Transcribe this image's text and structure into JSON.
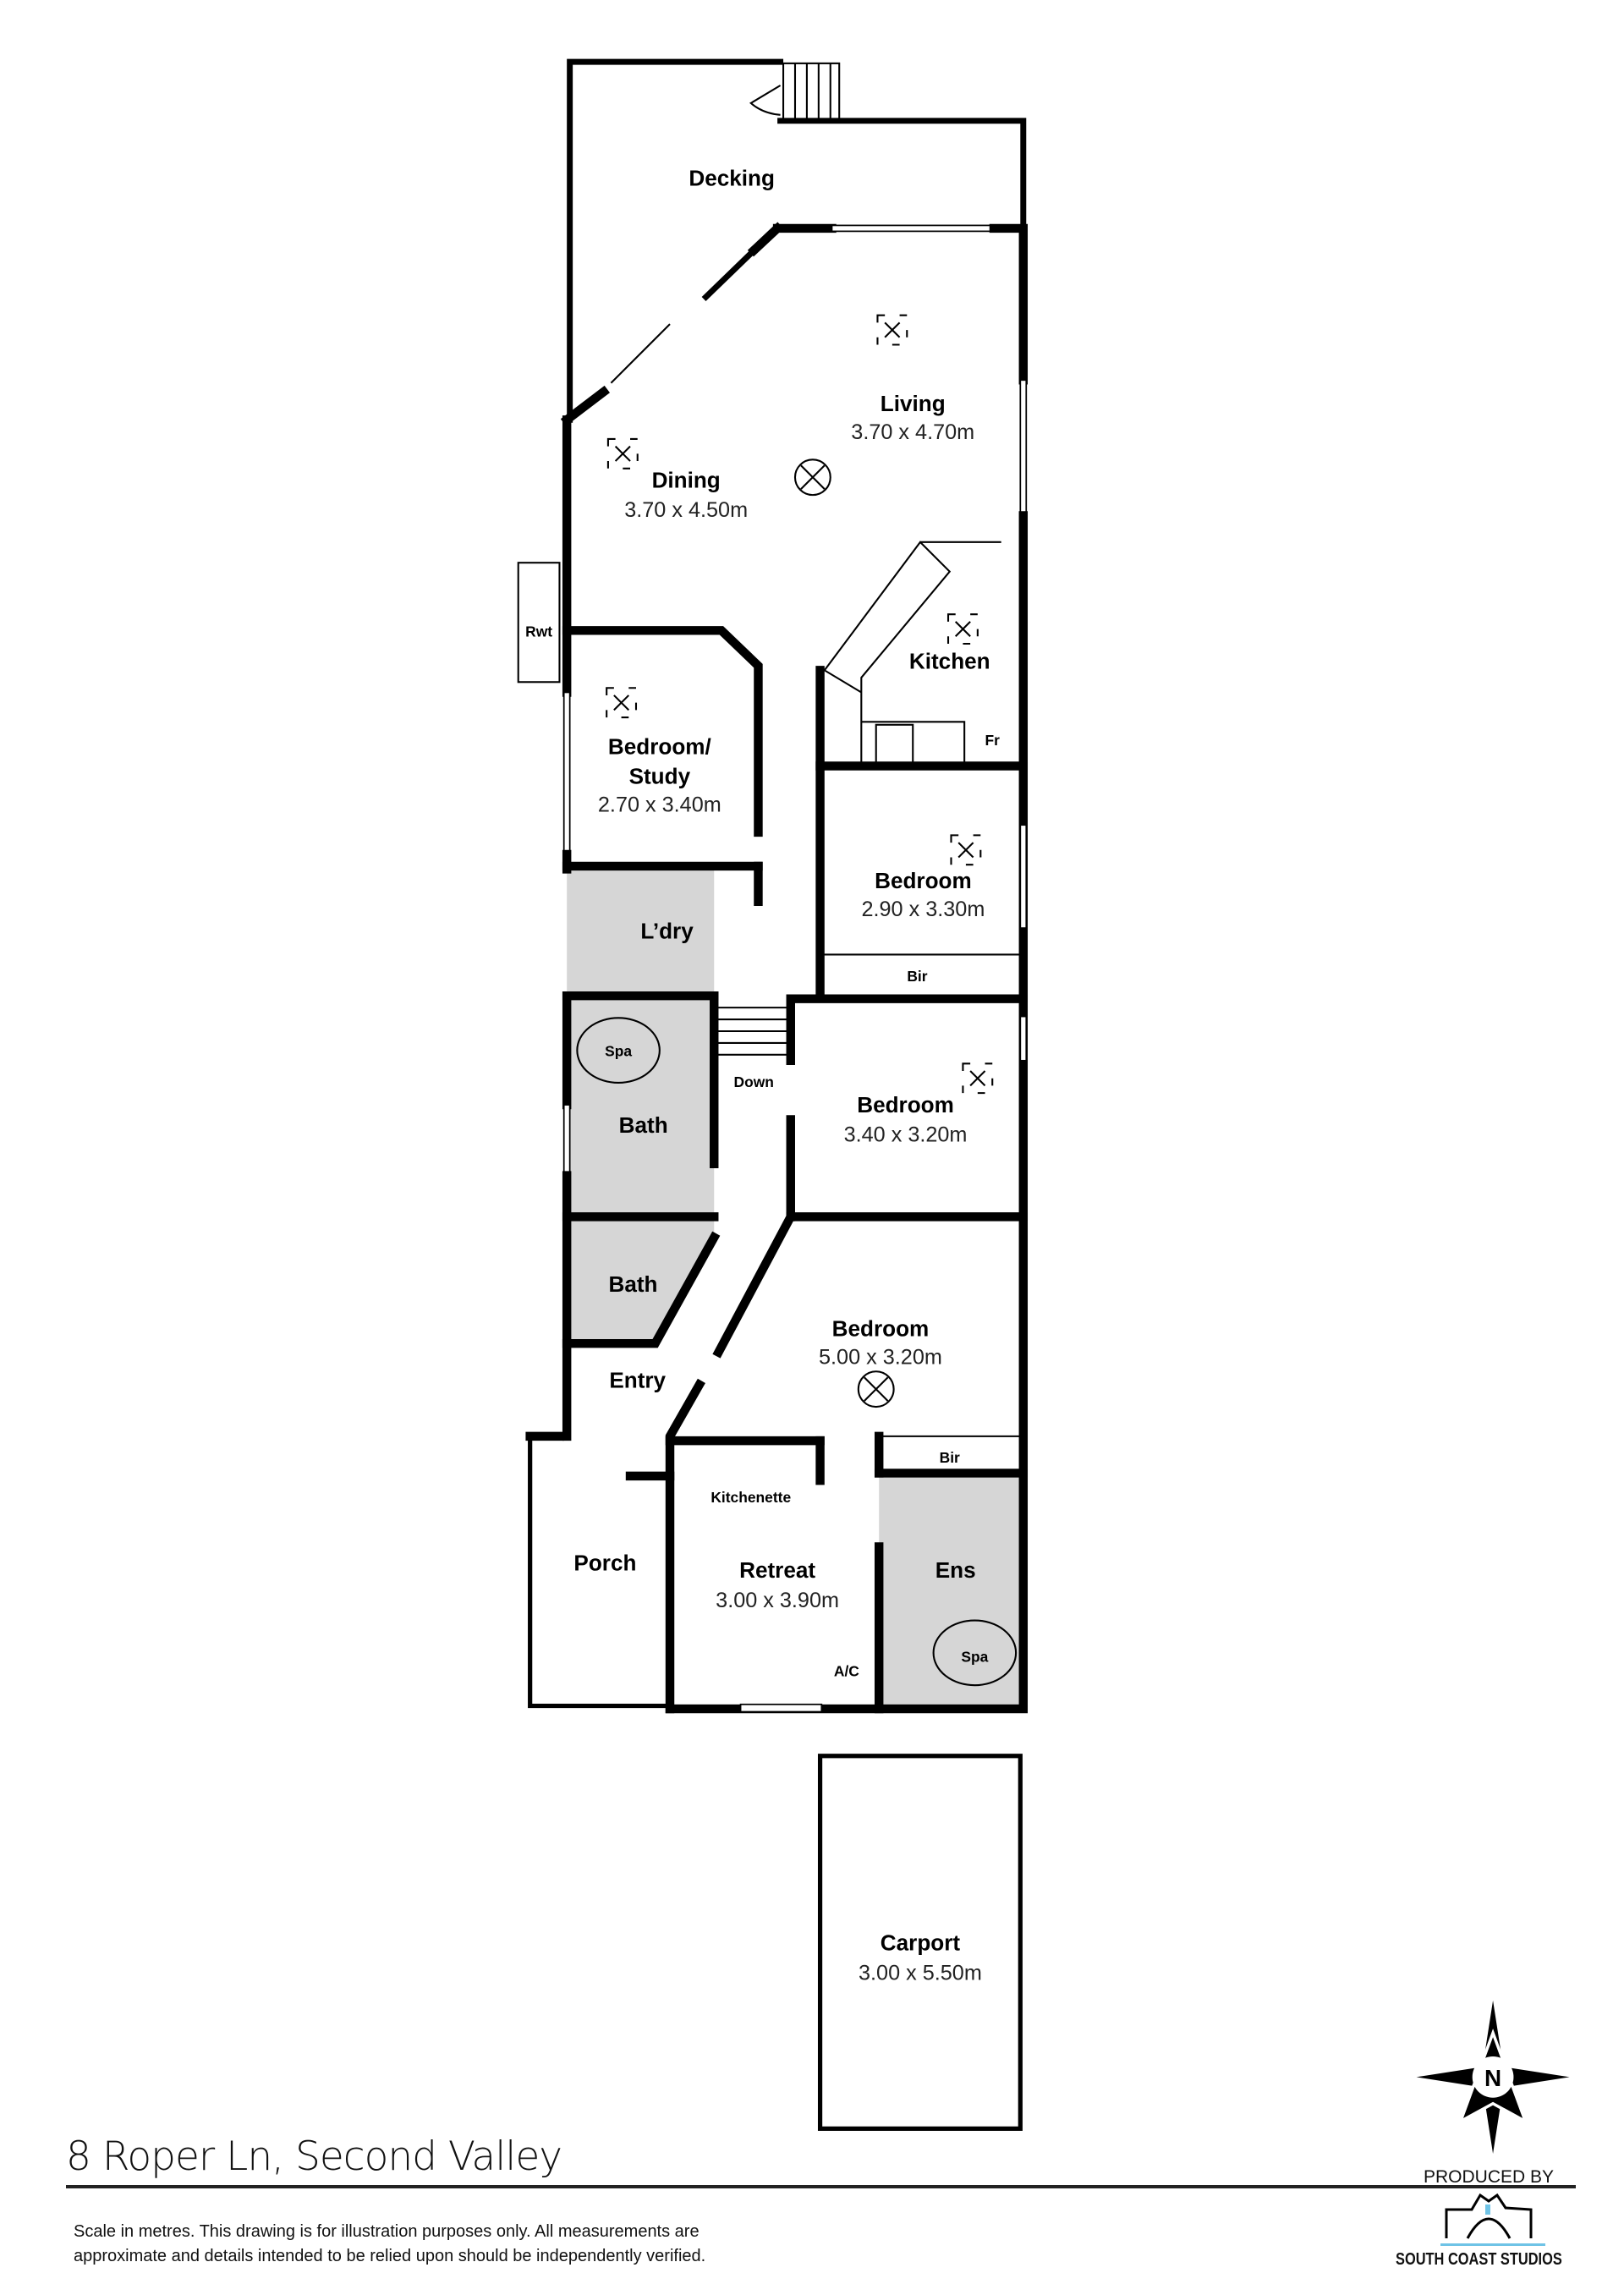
{
  "address": "8 Roper Ln, Second Valley",
  "disclaimer": [
    "Scale in metres. This drawing is for illustration purposes only. All measurements are",
    "approximate and details intended to be relied upon should be independently verified."
  ],
  "produced_by": "PRODUCED BY",
  "brand": "SOUTH COAST STUDIOS",
  "compass": "N",
  "rooms": {
    "decking": {
      "name": "Decking"
    },
    "living": {
      "name": "Living",
      "dims": "3.70 x 4.70m"
    },
    "dining": {
      "name": "Dining",
      "dims": "3.70 x 4.50m"
    },
    "kitchen": {
      "name": "Kitchen"
    },
    "study": {
      "name": "Bedroom/",
      "name2": "Study",
      "dims": "2.70 x 3.40m"
    },
    "bedroom2": {
      "name": "Bedroom",
      "dims": "2.90 x 3.30m"
    },
    "laundry": {
      "name": "L’dry"
    },
    "bath1": {
      "name": "Bath"
    },
    "bedroom3": {
      "name": "Bedroom",
      "dims": "3.40 x 3.20m"
    },
    "bath2": {
      "name": "Bath"
    },
    "bedroom4": {
      "name": "Bedroom",
      "dims": "5.00 x 3.20m"
    },
    "entry": {
      "name": "Entry"
    },
    "porch": {
      "name": "Porch"
    },
    "retreat": {
      "name": "Retreat",
      "dims": "3.00 x 3.90m"
    },
    "ensuite": {
      "name": "Ens"
    },
    "carport": {
      "name": "Carport",
      "dims": "3.00 x 5.50m"
    }
  },
  "fixtures": {
    "rwt": "Rwt",
    "fr": "Fr",
    "bir1": "Bir",
    "bir2": "Bir",
    "down": "Down",
    "spa1": "Spa",
    "spa2": "Spa",
    "kitchenette": "Kitchenette",
    "ac": "A/C"
  },
  "colors": {
    "wet_area": "#d6d6d6",
    "wall": "#000000"
  }
}
